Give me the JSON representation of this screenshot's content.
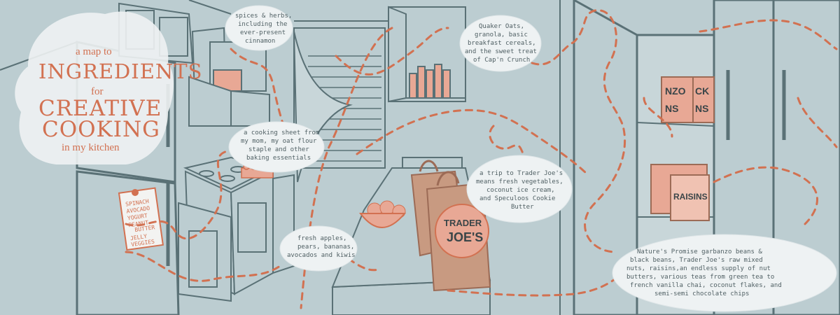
{
  "title": {
    "line1": "a map to",
    "line2": "INGREDIENTS",
    "line3": "for",
    "line4": "CREATIVE",
    "line5": "COOKING",
    "line6": "in my kitchen"
  },
  "notes": {
    "spices": [
      "spices & herbs,",
      "including the",
      "ever-present",
      "cinnamon"
    ],
    "oats": [
      "Quaker Oats,",
      "granola, basic",
      "breakfast cereals,",
      "and the sweet treat",
      "of Cap'n Crunch"
    ],
    "cooking_sheet": [
      "a cooking sheet from",
      "my mom, my oat flour",
      "staple and other",
      "baking essentials"
    ],
    "trader_joes": [
      "a trip to Trader Joe's",
      "means fresh vegetables,",
      "coconut ice cream,",
      "and Speculoos Cookie",
      "Butter"
    ],
    "fruits": [
      "fresh apples,",
      "pears, bananas,",
      "avocados and kiwis"
    ],
    "pantry": [
      "Nature's Promise garbanzo beans &",
      "black beans, Trader Joe's raw mixed",
      "nuts, raisins,an endless supply of nut",
      "butters, various teas from green tea to",
      "french vanilla chai, coconut flakes, and",
      "semi-semi chocolate chips"
    ]
  },
  "fridge_note": [
    "SPINACH",
    "AVOCADO",
    "YOGURT",
    "PEANUT",
    "BUTTER",
    "JELLY",
    "VEGGIES"
  ],
  "bag_text": [
    "TRADER",
    "JOE'S"
  ],
  "can_labels": {
    "can1": [
      "NZO",
      "NS"
    ],
    "can2": [
      "CK",
      "NS"
    ],
    "raisins": "RAISINS"
  },
  "colors": {
    "background": "#bccdd1",
    "line": "#5a7176",
    "accent": "#d27151",
    "bubble": "#eef2f3"
  }
}
